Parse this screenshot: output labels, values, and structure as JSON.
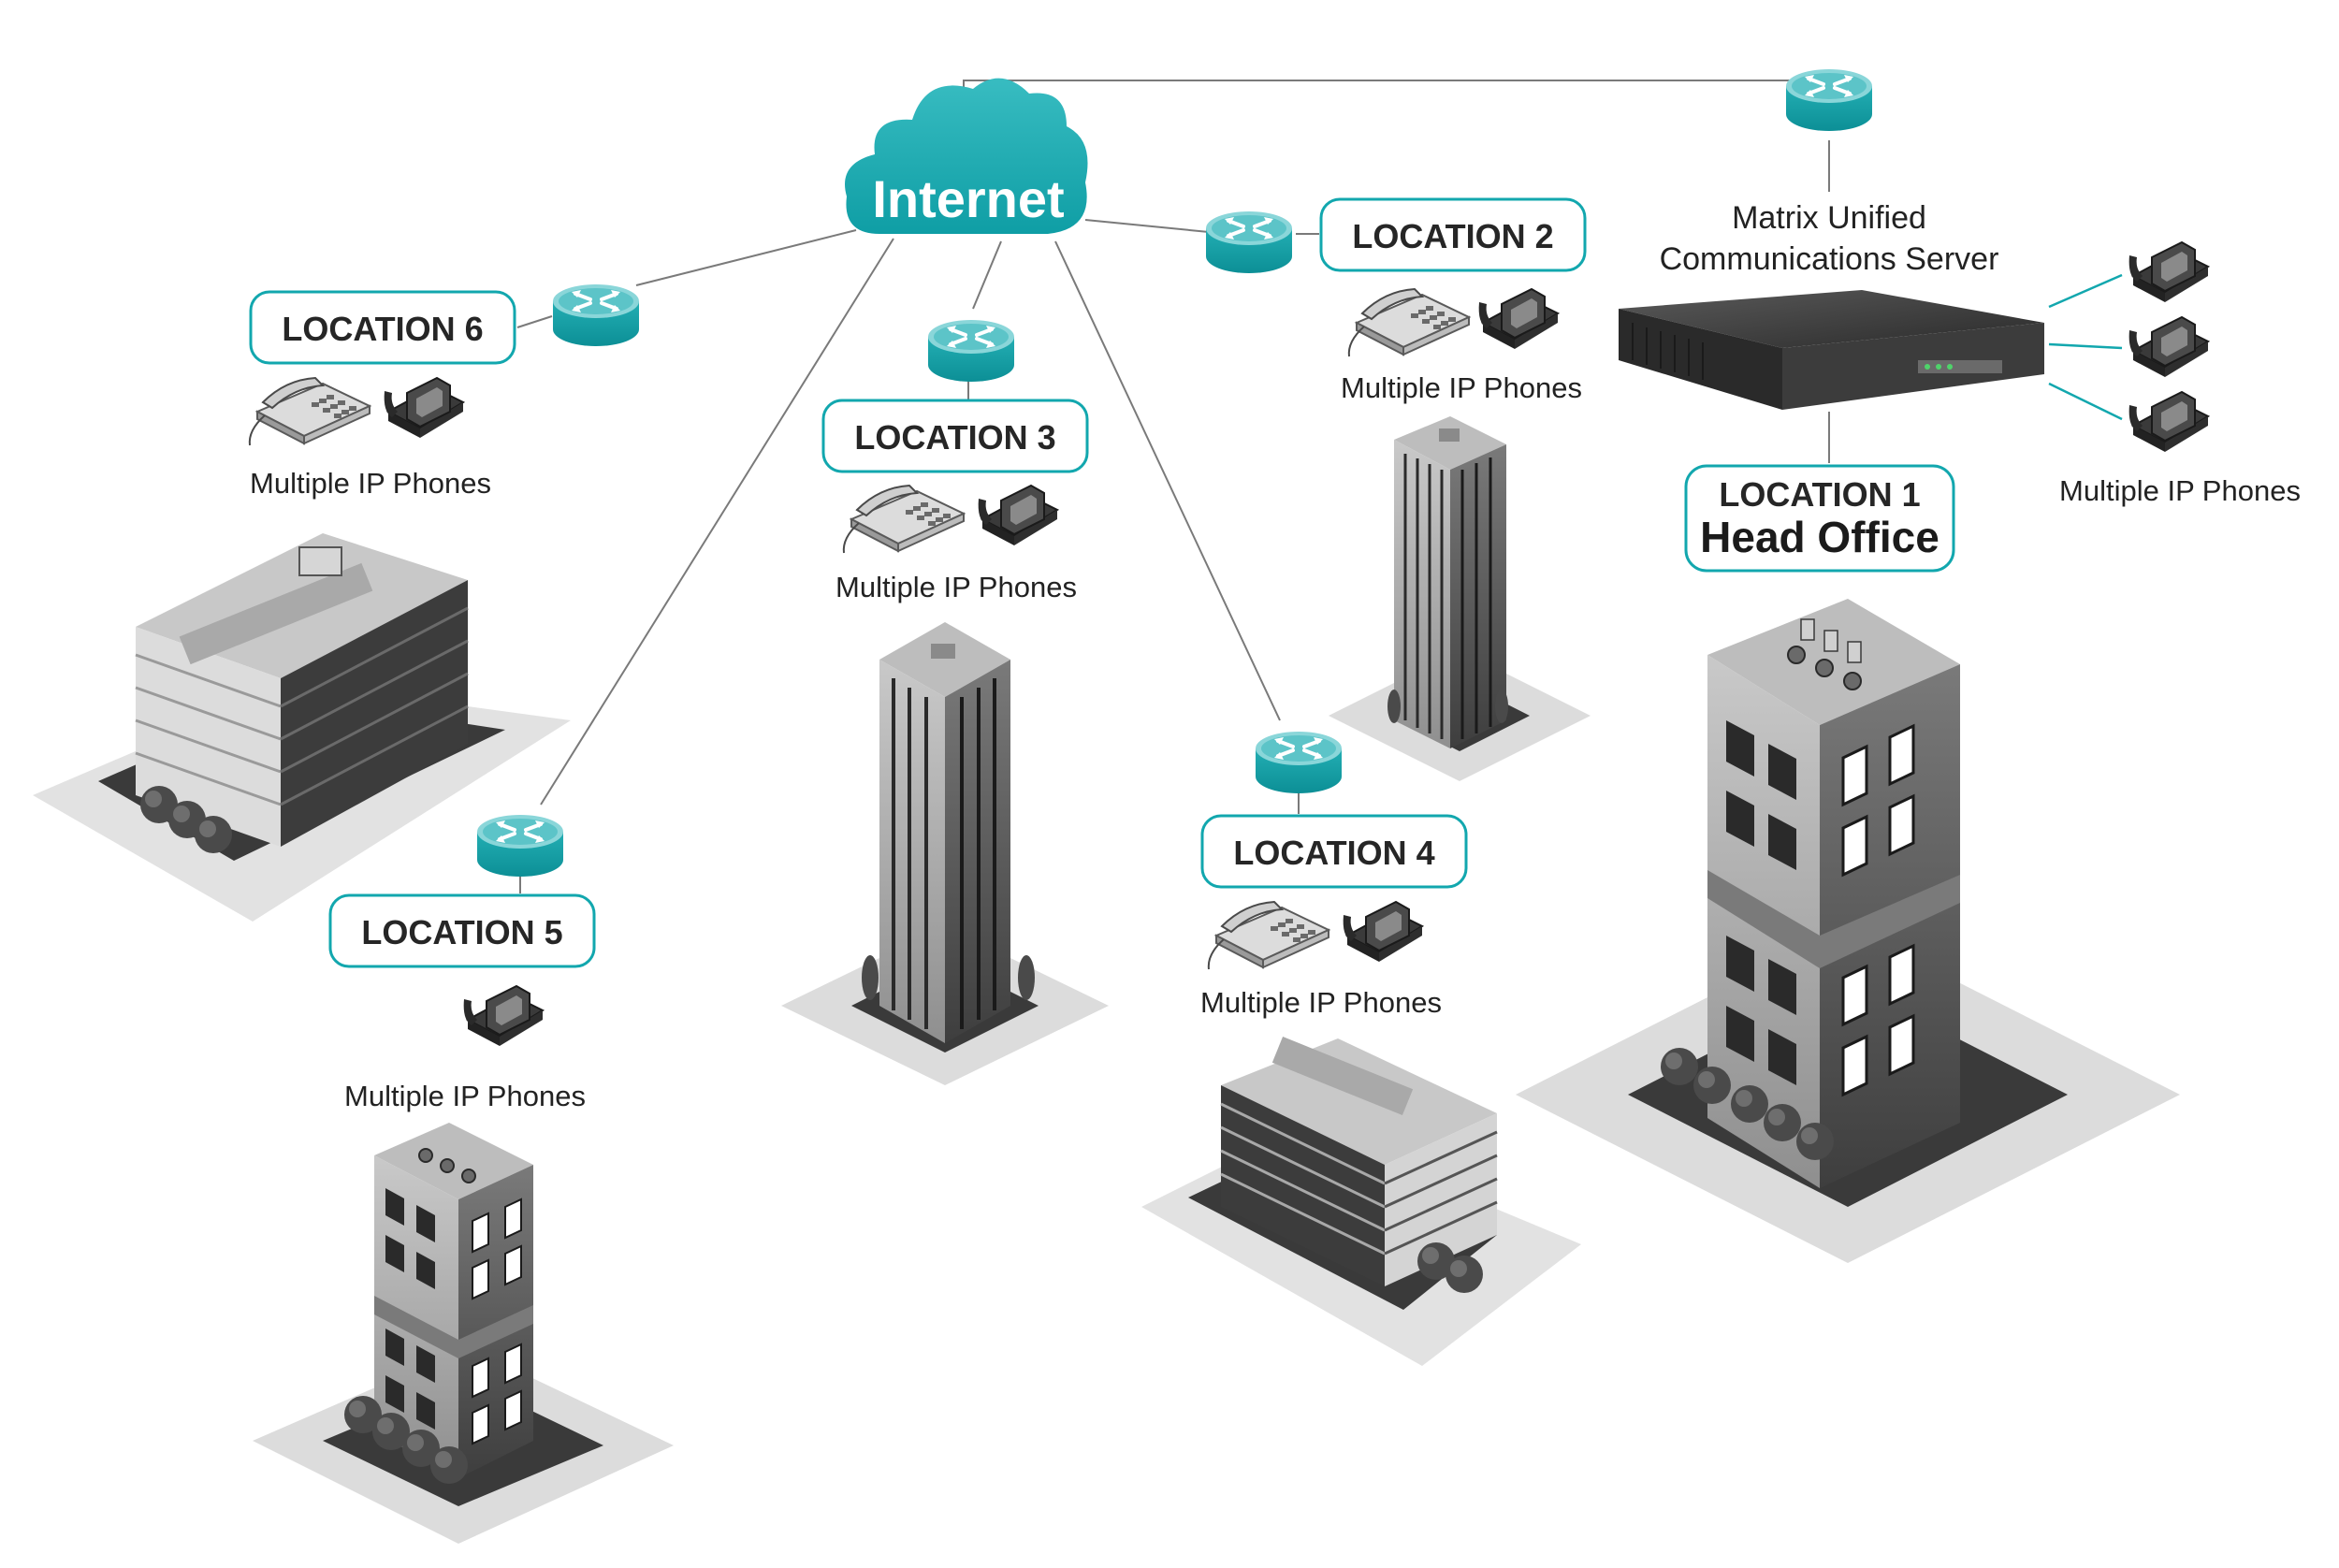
{
  "cloud": {
    "label": "Internet",
    "color": "#12a7ae"
  },
  "server": {
    "label_line1": "Matrix Unified",
    "label_line2": "Communications Server",
    "phones_label": "Multiple IP Phones"
  },
  "locations": {
    "loc1": {
      "label": "LOCATION 1",
      "sublabel": "Head Office"
    },
    "loc2": {
      "label": "LOCATION 2",
      "phones_label": "Multiple IP Phones"
    },
    "loc3": {
      "label": "LOCATION 3",
      "phones_label": "Multiple IP Phones"
    },
    "loc4": {
      "label": "LOCATION 4",
      "phones_label": "Multiple IP Phones"
    },
    "loc5": {
      "label": "LOCATION 5",
      "phones_label": "Multiple IP Phones"
    },
    "loc6": {
      "label": "LOCATION 6",
      "phones_label": "Multiple IP Phones"
    }
  },
  "colors": {
    "accent": "#12a7ae",
    "box_border": "#12a7ae",
    "router_body": "#1aa9ae",
    "router_top": "#7fd3d6"
  }
}
